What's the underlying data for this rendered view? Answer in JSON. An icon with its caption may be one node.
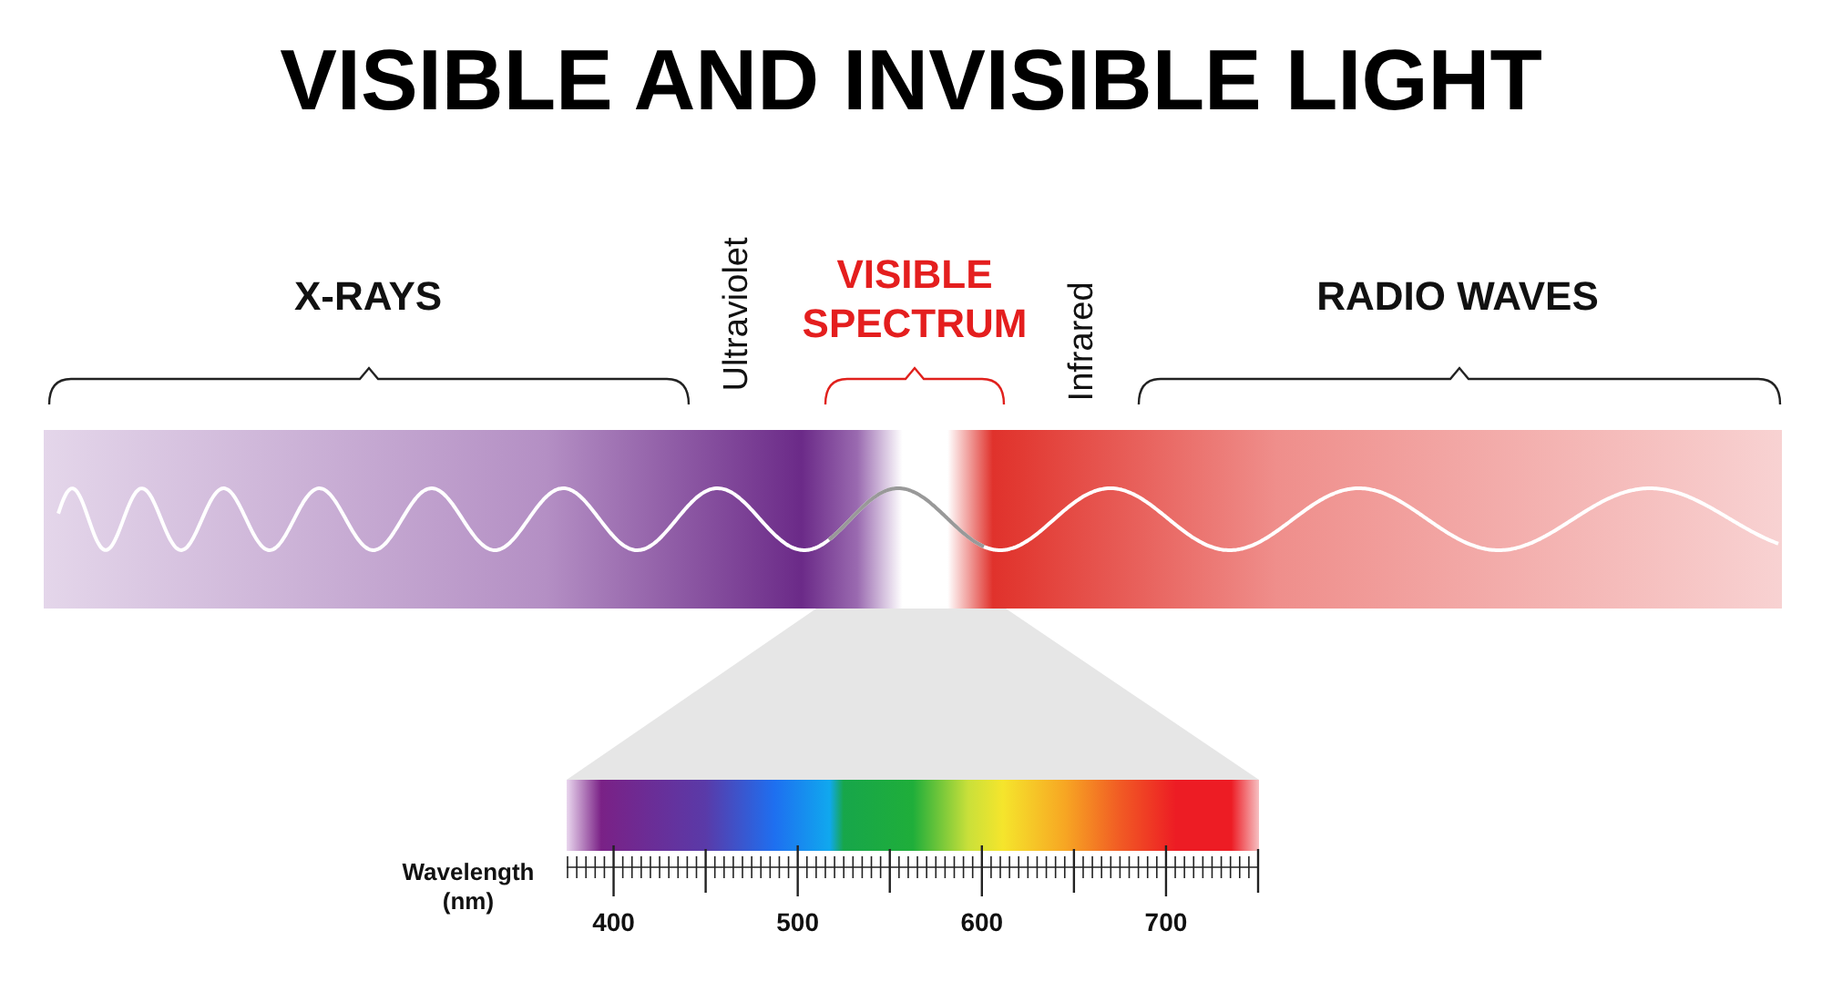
{
  "diagram": {
    "title": "VISIBLE AND INVISIBLE LIGHT",
    "labels": [
      "X-RAYS",
      "Ultraviolet",
      "VISIBLE SPECTRUM",
      "Infrared",
      "RADIO WAVES",
      "Wavelength (nm)",
      "400",
      "500",
      "600",
      "700"
    ]
  }
}
